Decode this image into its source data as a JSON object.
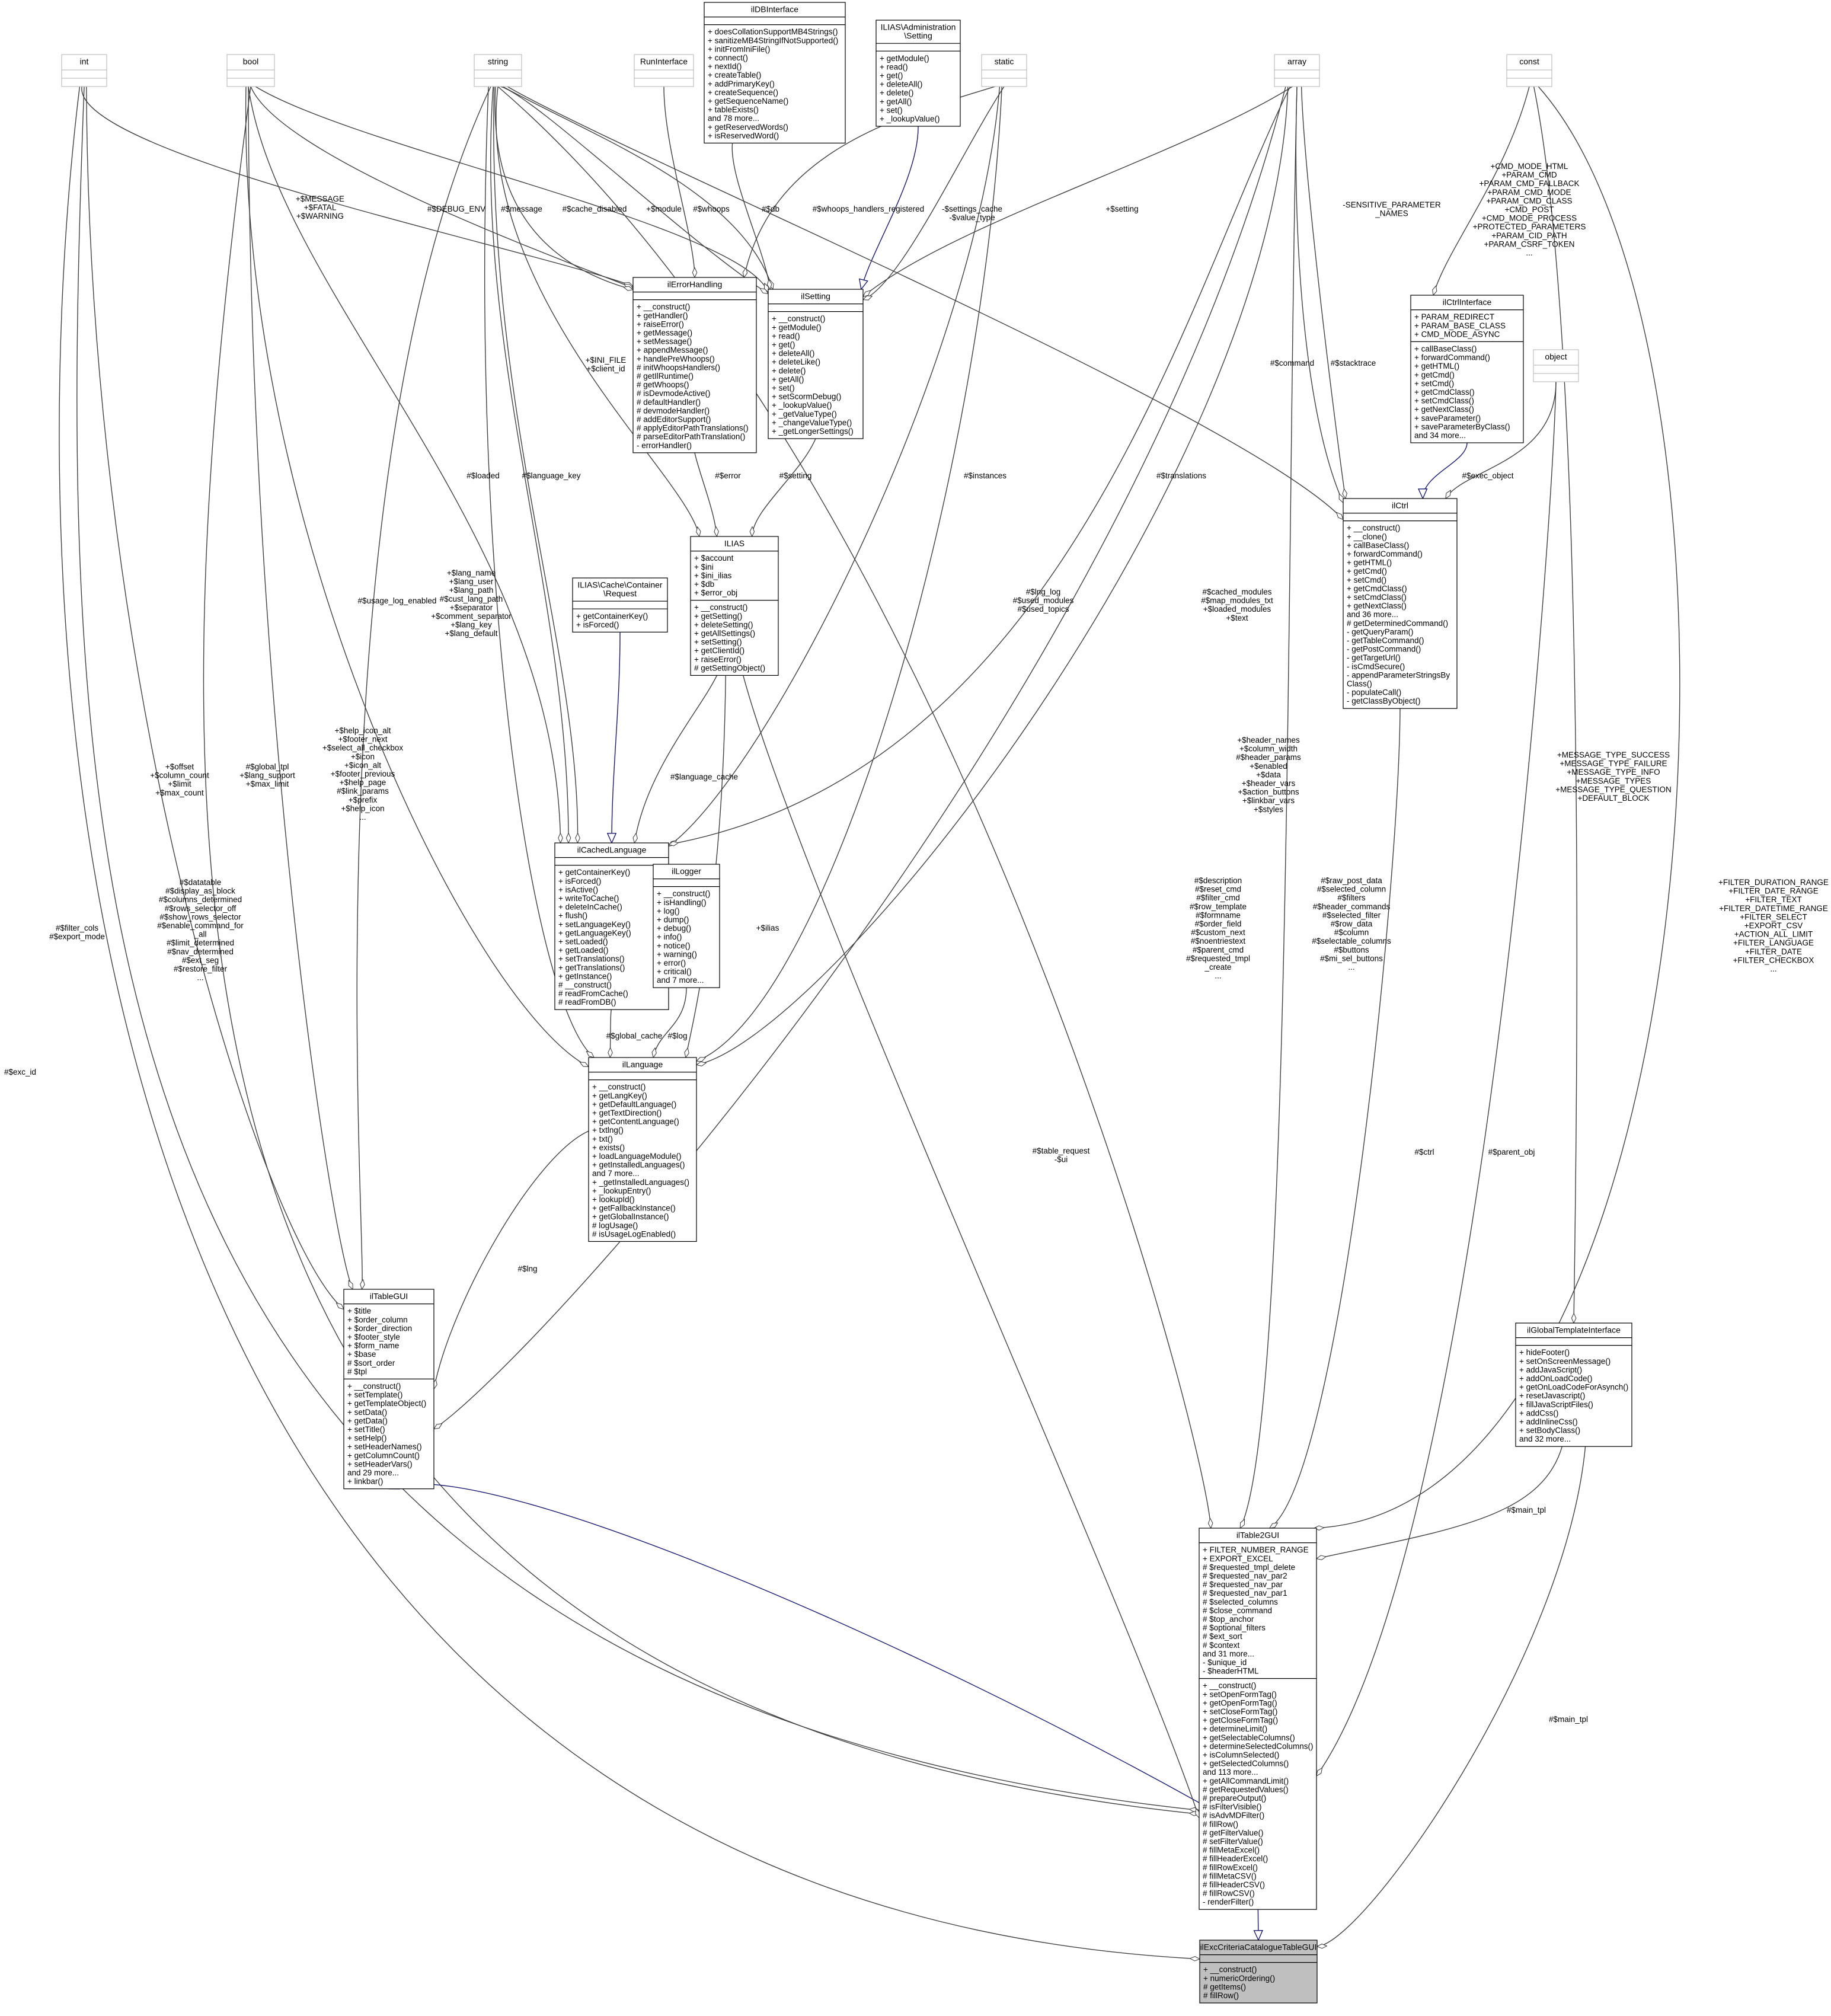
{
  "colors": {
    "highlight": "#bfbfbf",
    "edge": "#404040",
    "inherit": "#191970",
    "placeholder_border": "#bfbfbf"
  },
  "classes": {
    "int": {
      "title": "int",
      "attrs": [],
      "ops": []
    },
    "bool": {
      "title": "bool",
      "attrs": [],
      "ops": []
    },
    "string": {
      "title": "string",
      "attrs": [],
      "ops": []
    },
    "run_interface": {
      "title": "RunInterface",
      "attrs": [],
      "ops": []
    },
    "db_interface": {
      "title": [
        "ilDBInterface"
      ],
      "attrs": [],
      "ops": [
        "+ doesCollationSupportMB4Strings()",
        "+ sanitizeMB4StringIfNotSupported()",
        "+ initFromIniFile()",
        "+ connect()",
        "+ nextId()",
        "+ createTable()",
        "+ addPrimaryKey()",
        "+ createSequence()",
        "+ getSequenceName()",
        "+ tableExists()",
        "and 78 more...",
        "+ getReservedWords()",
        "+ isReservedWord()"
      ]
    },
    "admin_setting": {
      "title": [
        "ILIAS\\Administration",
        "\\Setting"
      ],
      "attrs": [],
      "ops": [
        "+ getModule()",
        "+ read()",
        "+ get()",
        "+ deleteAll()",
        "+ delete()",
        "+ getAll()",
        "+ set()",
        "+ _lookupValue()"
      ]
    },
    "static": {
      "title": "static",
      "attrs": [],
      "ops": []
    },
    "array": {
      "title": "array",
      "attrs": [],
      "ops": []
    },
    "const": {
      "title": "const",
      "attrs": [],
      "ops": []
    },
    "object": {
      "title": "object",
      "attrs": [],
      "ops": []
    },
    "error_handling": {
      "title": [
        "ilErrorHandling"
      ],
      "attrs": [],
      "ops": [
        "+ __construct()",
        "+ getHandler()",
        "+ raiseError()",
        "+ getMessage()",
        "+ setMessage()",
        "+ appendMessage()",
        "+ handlePreWhoops()",
        "# initWhoopsHandlers()",
        "# getIlRuntime()",
        "# getWhoops()",
        "# isDevmodeActive()",
        "# defaultHandler()",
        "# devmodeHandler()",
        "# addEditorSupport()",
        "# applyEditorPathTranslations()",
        "# parseEditorPathTranslation()",
        "- errorHandler()"
      ]
    },
    "setting": {
      "title": [
        "ilSetting"
      ],
      "attrs": [],
      "ops": [
        "+ __construct()",
        "+ getModule()",
        "+ read()",
        "+ get()",
        "+ deleteAll()",
        "+ deleteLike()",
        "+ delete()",
        "+ getAll()",
        "+ set()",
        "+ setScormDebug()",
        "+ _lookupValue()",
        "+ _getValueType()",
        "+ _changeValueType()",
        "+ _getLongerSettings()"
      ]
    },
    "ctrl_interface": {
      "title": [
        "ilCtrlInterface"
      ],
      "attrs": [
        "+ PARAM_REDIRECT",
        "+ PARAM_BASE_CLASS",
        "+ CMD_MODE_ASYNC"
      ],
      "ops": [
        "+ callBaseClass()",
        "+ forwardCommand()",
        "+ getHTML()",
        "+ getCmd()",
        "+ setCmd()",
        "+ getCmdClass()",
        "+ setCmdClass()",
        "+ getNextClass()",
        "+ saveParameter()",
        "+ saveParameterByClass()",
        "and 34 more..."
      ]
    },
    "ilias": {
      "title": [
        "ILIAS"
      ],
      "attrs": [
        "+ $account",
        "+ $ini",
        "+ $ini_ilias",
        "+ $db",
        "+ $error_obj"
      ],
      "ops": [
        "+ __construct()",
        "+ getSetting()",
        "+ deleteSetting()",
        "+ getAllSettings()",
        "+ setSetting()",
        "+ getClientId()",
        "+ raiseError()",
        "# getSettingObject()"
      ]
    },
    "cache_request": {
      "title": [
        "ILIAS\\Cache\\Container",
        "\\Request"
      ],
      "attrs": [],
      "ops": [
        "+ getContainerKey()",
        "+ isForced()"
      ]
    },
    "ctrl": {
      "title": [
        "ilCtrl"
      ],
      "attrs": [],
      "ops": [
        "+ __construct()",
        "+ __clone()",
        "+ callBaseClass()",
        "+ forwardCommand()",
        "+ getHTML()",
        "+ getCmd()",
        "+ setCmd()",
        "+ getCmdClass()",
        "+ setCmdClass()",
        "+ getNextClass()",
        "and 36 more...",
        "# getDeterminedCommand()",
        "- getQueryParam()",
        "- getTableCommand()",
        "- getPostCommand()",
        "- getTargetUrl()",
        "- isCmdSecure()",
        "- appendParameterStringsBy",
        "Class()",
        "- populateCall()",
        "- getClassByObject()"
      ]
    },
    "cached_language": {
      "title": [
        "ilCachedLanguage"
      ],
      "attrs": [],
      "ops": [
        "+ getContainerKey()",
        "+ isForced()",
        "+ isActive()",
        "+ writeToCache()",
        "+ deleteInCache()",
        "+ flush()",
        "+ setLanguageKey()",
        "+ getLanguageKey()",
        "+ setLoaded()",
        "+ getLoaded()",
        "+ setTranslations()",
        "+ getTranslations()",
        "+ getInstance()",
        "# __construct()",
        "# readFromCache()",
        "# readFromDB()"
      ]
    },
    "logger": {
      "title": [
        "ilLogger"
      ],
      "attrs": [],
      "ops": [
        "+ __construct()",
        "+ isHandling()",
        "+ log()",
        "+ dump()",
        "+ debug()",
        "+ info()",
        "+ notice()",
        "+ warning()",
        "+ error()",
        "+ critical()",
        "and 7 more..."
      ]
    },
    "language": {
      "title": [
        "ilLanguage"
      ],
      "attrs": [],
      "ops": [
        "+ __construct()",
        "+ getLangKey()",
        "+ getDefaultLanguage()",
        "+ getTextDirection()",
        "+ getContentLanguage()",
        "+ txtlng()",
        "+ txt()",
        "+ exists()",
        "+ loadLanguageModule()",
        "+ getInstalledLanguages()",
        "and 7 more...",
        "+ _getInstalledLanguages()",
        "+ _lookupEntry()",
        "+ lookupId()",
        "+ getFallbackInstance()",
        "+ getGlobalInstance()",
        "# logUsage()",
        "# isUsageLogEnabled()"
      ]
    },
    "table_gui": {
      "title": [
        "ilTableGUI"
      ],
      "attrs": [
        "+ $title",
        "+ $order_column",
        "+ $order_direction",
        "+ $footer_style",
        "+ $form_name",
        "+ $base",
        "# $sort_order",
        "# $tpl"
      ],
      "ops": [
        "+ __construct()",
        "+ setTemplate()",
        "+ getTemplateObject()",
        "+ setData()",
        "+ getData()",
        "+ setTitle()",
        "+ setHelp()",
        "+ setHeaderNames()",
        "+ getColumnCount()",
        "+ setHeaderVars()",
        "and 29 more...",
        "+ linkbar()"
      ]
    },
    "global_template": {
      "title": [
        "ilGlobalTemplateInterface"
      ],
      "attrs": [],
      "ops": [
        "+ hideFooter()",
        "+ setOnScreenMessage()",
        "+ addJavaScript()",
        "+ addOnLoadCode()",
        "+ getOnLoadCodeForAsynch()",
        "+ resetJavascript()",
        "+ fillJavaScriptFiles()",
        "+ addCss()",
        "+ addInlineCss()",
        "+ setBodyClass()",
        "and 32 more..."
      ]
    },
    "table2_gui": {
      "title": [
        "ilTable2GUI"
      ],
      "attrs": [
        "+ FILTER_NUMBER_RANGE",
        "+ EXPORT_EXCEL",
        "# $requested_tmpl_delete",
        "# $requested_nav_par2",
        "# $requested_nav_par",
        "# $requested_nav_par1",
        "# $selected_columns",
        "# $close_command",
        "# $top_anchor",
        "# $optional_filters",
        "# $ext_sort",
        "# $context",
        "and 31 more...",
        "- $unique_id",
        "- $headerHTML"
      ],
      "ops": [
        "+ __construct()",
        "+ setOpenFormTag()",
        "+ getOpenFormTag()",
        "+ setCloseFormTag()",
        "+ getCloseFormTag()",
        "+ determineLimit()",
        "+ getSelectableColumns()",
        "+ determineSelectedColumns()",
        "+ isColumnSelected()",
        "+ getSelectedColumns()",
        "and 113 more...",
        "+ getAllCommandLimit()",
        "# getRequestedValues()",
        "# prepareOutput()",
        "# isFilterVisible()",
        "# isAdvMDFilter()",
        "# fillRow()",
        "# getFilterValue()",
        "# setFilterValue()",
        "# fillMetaExcel()",
        "# fillHeaderExcel()",
        "# fillRowExcel()",
        "# fillMetaCSV()",
        "# fillHeaderCSV()",
        "# fillRowCSV()",
        "- renderFilter()"
      ]
    },
    "exc_criteria": {
      "title": [
        "ilExcCriteriaCatalogueTableGUI"
      ],
      "attrs": [],
      "ops": [
        "+ __construct()",
        "+ numericOrdering()",
        "# getItems()",
        "# fillRow()"
      ]
    }
  },
  "edge_labels": {
    "l_message": [
      "+$MESSAGE",
      "+$FATAL",
      "+$WARNING"
    ],
    "l_debug_env": [
      "#$DEBUG_ENV"
    ],
    "l_message2": [
      "#$message"
    ],
    "l_cache_disabled": [
      "#$cache_disabled"
    ],
    "l_module": [
      "+$module"
    ],
    "l_whoops": [
      "#$whoops"
    ],
    "l_db": [
      "#$db"
    ],
    "l_whoops_reg": [
      "#$whoops_handlers_registered"
    ],
    "l_settings_cache": [
      "-$settings_cache",
      "-$value_type"
    ],
    "l_setting_plus": [
      "+$setting"
    ],
    "l_sensitive": [
      "-SENSITIVE_PARAMETER",
      "_NAMES"
    ],
    "l_cmd_mode": [
      "+CMD_MODE_HTML",
      "+PARAM_CMD",
      "+PARAM_CMD_FALLBACK",
      "+PARAM_CMD_MODE",
      "+PARAM_CMD_CLASS",
      "+CMD_POST",
      "+CMD_MODE_PROCESS",
      "+PROTECTED_PARAMETERS",
      "+PARAM_CID_PATH",
      "+PARAM_CSRF_TOKEN",
      "..."
    ],
    "l_ini_file": [
      "+$INI_FILE",
      "+$client_id"
    ],
    "l_loaded": [
      "#$loaded"
    ],
    "l_language_key": [
      "#$language_key"
    ],
    "l_error": [
      "#$error"
    ],
    "l_setting_hash": [
      "#$setting"
    ],
    "l_instances": [
      "#$instances"
    ],
    "l_translations": [
      "#$translations"
    ],
    "l_command": [
      "#$command"
    ],
    "l_stacktrace": [
      "#$stacktrace"
    ],
    "l_exec_object": [
      "#$exec_object"
    ],
    "l_usage_log": [
      "#$usage_log_enabled"
    ],
    "l_lang_name": [
      "+$lang_name",
      "+$lang_user",
      "+$lang_path",
      "#$cust_lang_path",
      "+$separator",
      "+$comment_separator",
      "+$lang_key",
      "+$lang_default"
    ],
    "l_lng_log": [
      "#$lng_log",
      "#$used_modules",
      "#$used_topics"
    ],
    "l_cached_modules": [
      "#$cached_modules",
      "#$map_modules_txt",
      "+$loaded_modules",
      "+$text"
    ],
    "l_help_icon": [
      "+$help_icon_alt",
      "+$footer_next",
      "+$select_all_checkbox",
      "+$icon",
      "+$icon_alt",
      "+$footer_previous",
      "+$help_page",
      "#$link_params",
      "+$prefix",
      "+$help_icon",
      "..."
    ],
    "l_offset": [
      "+$offset",
      "+$column_count",
      "+$limit",
      "+$max_count"
    ],
    "l_global_tpl": [
      "#$global_tpl",
      "+$lang_support",
      "+$max_limit"
    ],
    "l_language_cache": [
      "#$language_cache"
    ],
    "l_header_names": [
      "+$header_names",
      "+$column_width",
      "#$header_params",
      "+$enabled",
      "+$data",
      "+$header_vars",
      "+$action_buttons",
      "+$linkbar_vars",
      "+$styles"
    ],
    "l_datatable": [
      "#$datatable",
      "#$display_as_block",
      "#$columns_determined",
      "#$rows_selector_off",
      "#$show_rows_selector",
      "#$enable_command_for",
      "_all",
      "#$limit_determined",
      "#$nav_determined",
      "#$ext_seg",
      "#$restore_filter",
      "..."
    ],
    "l_filter_cols": [
      "#$filter_cols",
      "#$export_mode"
    ],
    "l_ilias": [
      "+$ilias"
    ],
    "l_description": [
      "#$description",
      "#$reset_cmd",
      "#$filter_cmd",
      "#$row_template",
      "#$formname",
      "#$order_field",
      "#$custom_next",
      "#$noentriestext",
      "#$parent_cmd",
      "#$requested_tmpl",
      "_create",
      "..."
    ],
    "l_raw_post": [
      "#$raw_post_data",
      "#$selected_column",
      "#$filters",
      "#$header_commands",
      "#$selected_filter",
      "#$row_data",
      "#$column",
      "#$selectable_columns",
      "#$buttons",
      "#$mi_sel_buttons",
      "..."
    ],
    "l_msg_type": [
      "+MESSAGE_TYPE_SUCCESS",
      "+MESSAGE_TYPE_FAILURE",
      "+MESSAGE_TYPE_INFO",
      "+MESSAGE_TYPES",
      "+MESSAGE_TYPE_QUESTION",
      "+DEFAULT_BLOCK"
    ],
    "l_filter_duration": [
      "+FILTER_DURATION_RANGE",
      "+FILTER_DATE_RANGE",
      "+FILTER_TEXT",
      "+FILTER_DATETIME_RANGE",
      "+FILTER_SELECT",
      "+EXPORT_CSV",
      "+ACTION_ALL_LIMIT",
      "+FILTER_LANGUAGE",
      "+FILTER_DATE",
      "+FILTER_CHECKBOX",
      "..."
    ],
    "l_global_cache": [
      "#$global_cache"
    ],
    "l_log": [
      "#$log"
    ],
    "l_lng": [
      "#$lng"
    ],
    "l_exc_id": [
      "#$exc_id"
    ],
    "l_table_request": [
      "#$table_request",
      "-$ui"
    ],
    "l_ctrl": [
      "#$ctrl"
    ],
    "l_parent_obj": [
      "#$parent_obj"
    ],
    "l_main_tpl": [
      "#$main_tpl"
    ],
    "l_main_tpl2": [
      "#$main_tpl"
    ]
  }
}
